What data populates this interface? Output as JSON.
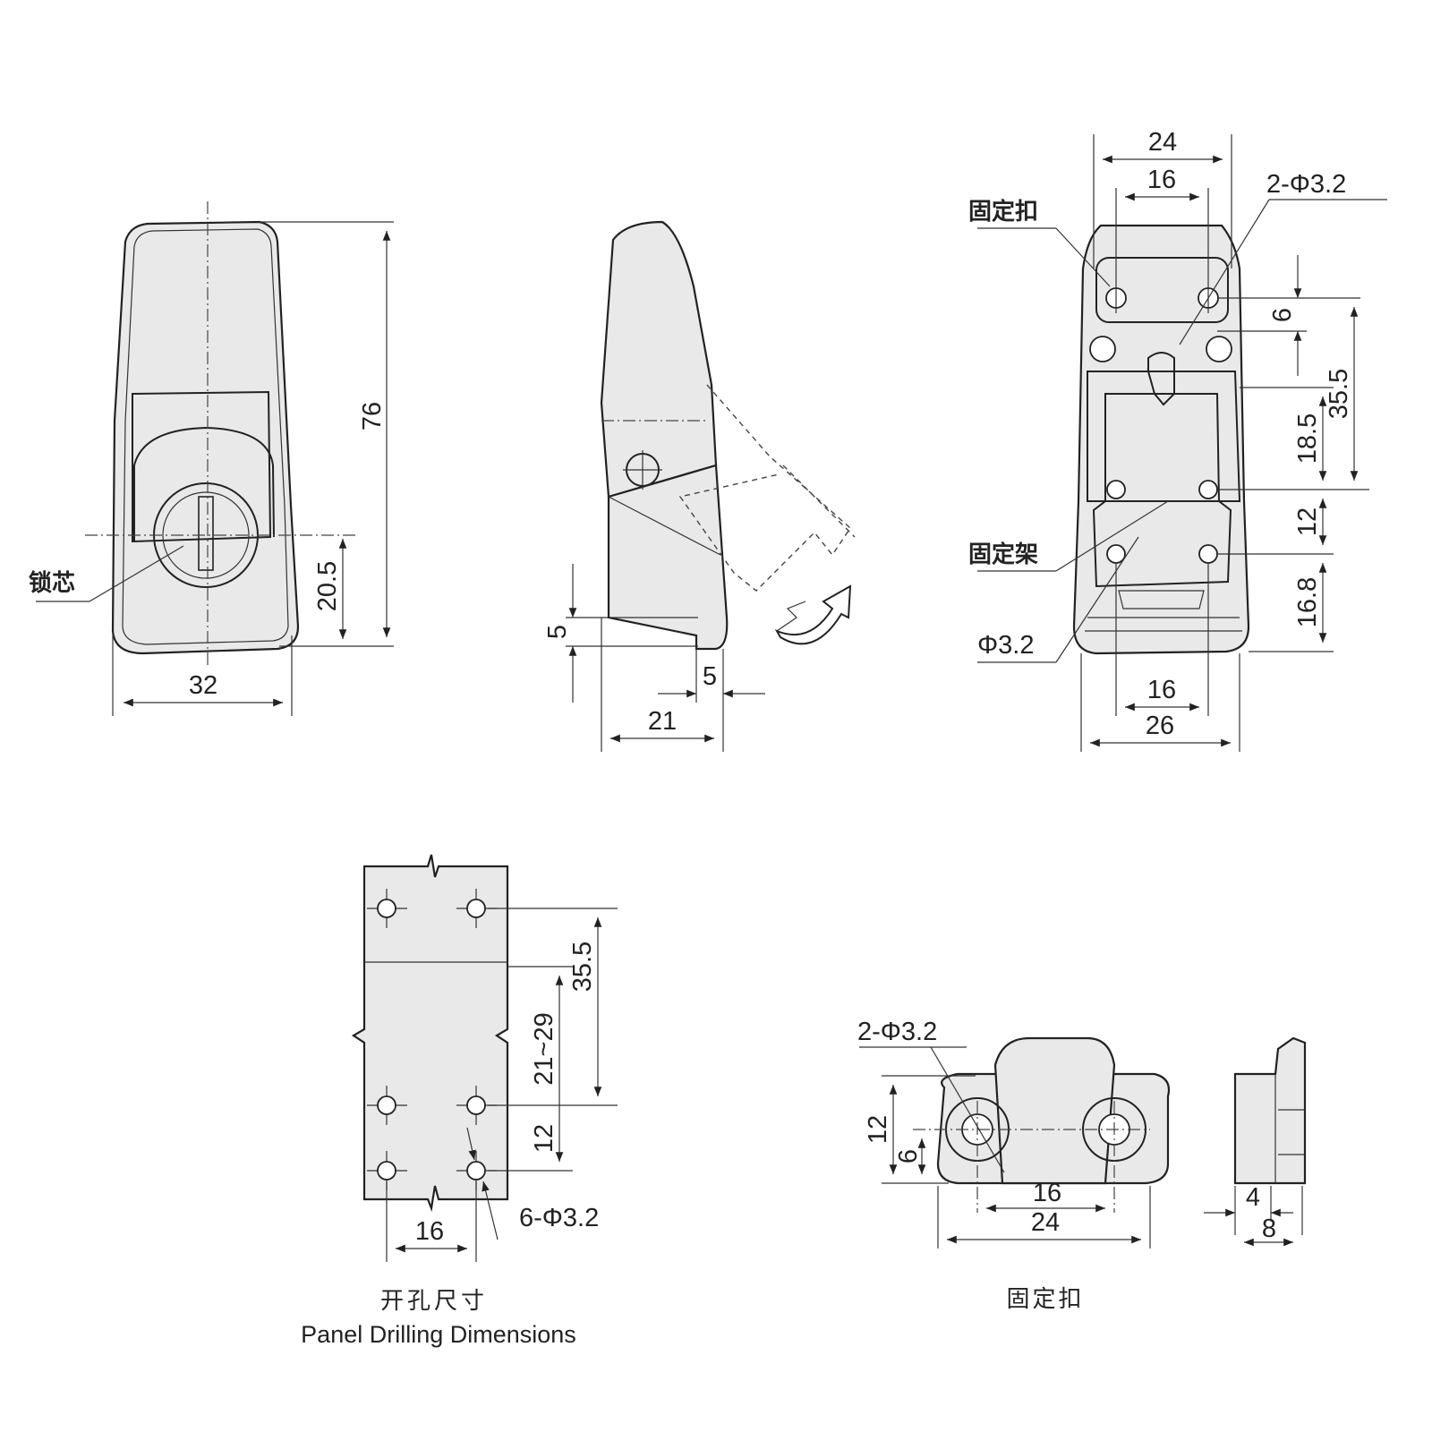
{
  "front_view": {
    "width": "32",
    "height": "76",
    "key_height": "20.5",
    "lock_core_label": "锁芯"
  },
  "side_view": {
    "depth": "21",
    "lip_width": "5",
    "lip_height": "5"
  },
  "back_view": {
    "top_width": "24",
    "clip_hole_spacing": "16",
    "clip_hole_spec": "2-Φ3.2",
    "clip_label": "固定扣",
    "clip_hole_offset": "6",
    "clip_to_bracket": "35.5",
    "bracket_offset": "18.5",
    "bracket_hole_spacing_v": "12",
    "bottom_offset": "16.8",
    "bracket_label": "固定架",
    "bracket_hole_spec": "Φ3.2",
    "bracket_hole_spacing": "16",
    "bottom_width": "26"
  },
  "drilling": {
    "range": "21~29",
    "spacing_long": "35.5",
    "spacing_short": "12",
    "hole_spacing": "16",
    "hole_spec": "6-Φ3.2",
    "title_cn": "开孔尺寸",
    "title_en": "Panel Drilling Dimensions"
  },
  "clip_detail": {
    "hole_spec": "2-Φ3.2",
    "height": "12",
    "hole_height": "6",
    "hole_spacing": "16",
    "width": "24",
    "title": "固定扣"
  },
  "clip_side": {
    "thickness_small": "4",
    "thickness": "8"
  }
}
